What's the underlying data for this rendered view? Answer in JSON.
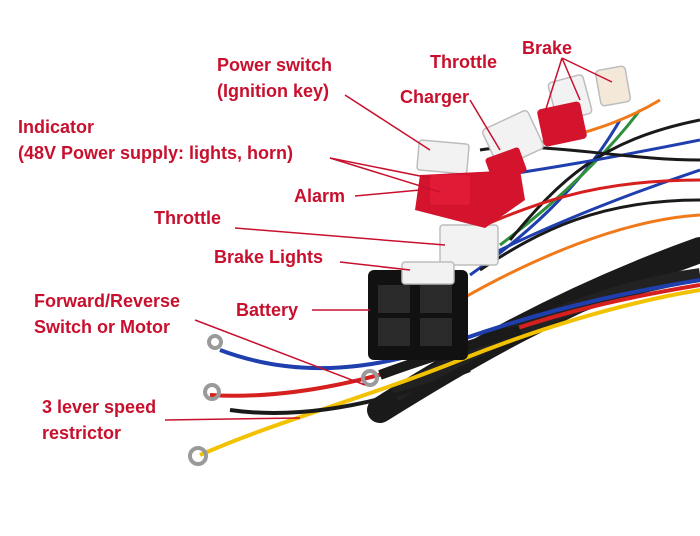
{
  "labels": {
    "brake": "Brake",
    "throttle_top": "Throttle",
    "power_switch_line1": "Power switch",
    "power_switch_line2": "(Ignition key)",
    "charger": "Charger",
    "indicator_line1": "Indicator",
    "indicator_line2": "(48V Power supply: lights, horn)",
    "alarm": "Alarm",
    "throttle_mid": "Throttle",
    "brake_lights": "Brake Lights",
    "battery": "Battery",
    "forward_reverse_line1": "Forward/Reverse",
    "forward_reverse_line2": "Switch or Motor",
    "speed_restrictor_line1": "3 lever speed",
    "speed_restrictor_line2": "restrictor"
  },
  "colors": {
    "label_text": "#c8102e",
    "leader_line": "#c8102e",
    "harness_black": "#1a1a1a",
    "connector_red": "#d3142c",
    "connector_white": "#f2f2f2",
    "wire_blue": "#1f3fae",
    "wire_orange": "#f07a1a",
    "wire_yellow": "#f2c200",
    "wire_red": "#d61f1f",
    "wire_green": "#2f8f3a"
  }
}
